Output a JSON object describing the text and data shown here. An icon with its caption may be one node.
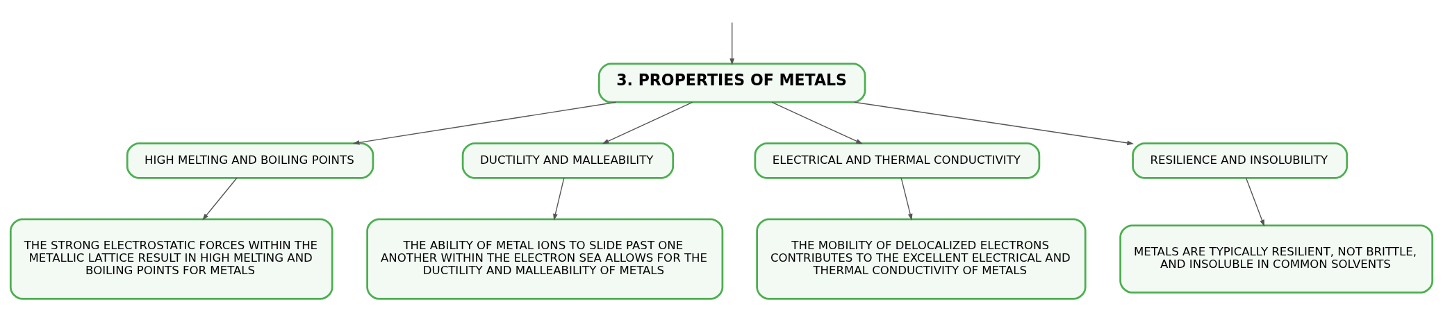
{
  "diagram": {
    "nodes": [
      {
        "text": [
          "3. PROPERTIES OF METALS"
        ]
      },
      {
        "text": [
          "HIGH MELTING AND BOILING POINTS"
        ]
      },
      {
        "text": [
          "DUCTILITY AND MALLEABILITY"
        ]
      },
      {
        "text": [
          "ELECTRICAL AND THERMAL CONDUCTIVITY"
        ]
      },
      {
        "text": [
          "RESILIENCE AND INSOLUBILITY"
        ]
      },
      {
        "text": [
          "THE STRONG ELECTROSTATIC FORCES WITHIN THE METALLIC LATTICE RESULT IN HIGH MELTING AND BOILING POINTS FOR METALS"
        ]
      },
      {
        "text": [
          "THE ABILITY OF METAL IONS TO SLIDE PAST ONE ANOTHER WITHIN THE ELECTRON SEA ALLOWS FOR THE DUCTILITY AND MALLEABILITY OF METALS"
        ]
      },
      {
        "text": [
          "THE MOBILITY OF DELOCALIZED ELECTRONS CONTRIBUTES TO THE EXCELLENT ELECTRICAL AND THERMAL CONDUCTIVITY OF METALS"
        ]
      },
      {
        "text": [
          "METALS ARE TYPICALLY RESILIENT, NOT BRITTLE, AND INSOLUBLE IN COMMON SOLVENTS"
        ]
      }
    ],
    "edges": [
      {
        "from": null,
        "to": 0,
        "arrow": "to"
      },
      {
        "from": 0,
        "to": 1,
        "arrow": "to"
      },
      {
        "from": 0,
        "to": 2,
        "arrow": "to"
      },
      {
        "from": 0,
        "to": 3,
        "arrow": "to"
      },
      {
        "from": 0,
        "to": 4,
        "arrow": "to"
      },
      {
        "from": 1,
        "to": 5,
        "arrow": "to"
      },
      {
        "from": 2,
        "to": 6,
        "arrow": "to"
      },
      {
        "from": 3,
        "to": 7,
        "arrow": "to"
      },
      {
        "from": 4,
        "to": 8,
        "arrow": "to"
      }
    ]
  }
}
